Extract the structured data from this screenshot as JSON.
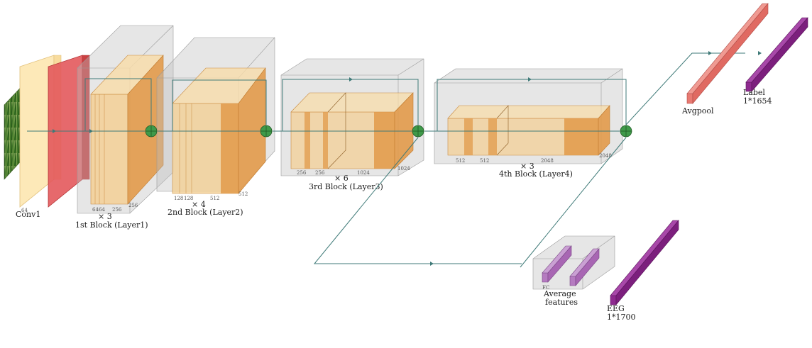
{
  "labels": {
    "conv1": "Conv1",
    "conv1_ch": "64",
    "layer1_rep": "× 3",
    "layer1": "1st Block (Layer1)",
    "layer1_ch": [
      "64",
      "64",
      "256",
      "256"
    ],
    "layer2_rep": "× 4",
    "layer2": "2nd Block (Layer2)",
    "layer2_ch": [
      "128",
      "128",
      "512",
      "512"
    ],
    "layer3_rep": "× 6",
    "layer3": "3rd Block (Layer3)",
    "layer3_ch": [
      "256",
      "256",
      "1024",
      "1024"
    ],
    "layer4_rep": "× 3",
    "layer4": "4th Block (Layer4)",
    "layer4_ch": [
      "512",
      "512",
      "2048",
      "2048"
    ],
    "avgpool": "Avgpool",
    "label_line1": "Label",
    "label_line2": "1*1654",
    "fc": "FC",
    "avg_line1": "Average",
    "avg_line2": "features",
    "eeg_line1": "EEG",
    "eeg_line2": "1*1700"
  },
  "colors": {
    "conv": "#fde9b8",
    "relu": "#d94a4a",
    "layer_light": "#f3cf95",
    "layer_dark": "#e29a4a",
    "avgpool": "#e87a72",
    "label_bar": "#8e2a8f",
    "fc_bar": "#b57bc0",
    "sum_node": "#3f9a4a",
    "connection": "#3f7a78",
    "background": "#ffffff"
  },
  "icons": {
    "sum_node": "sum-node-icon",
    "input": "forest-image-icon"
  }
}
